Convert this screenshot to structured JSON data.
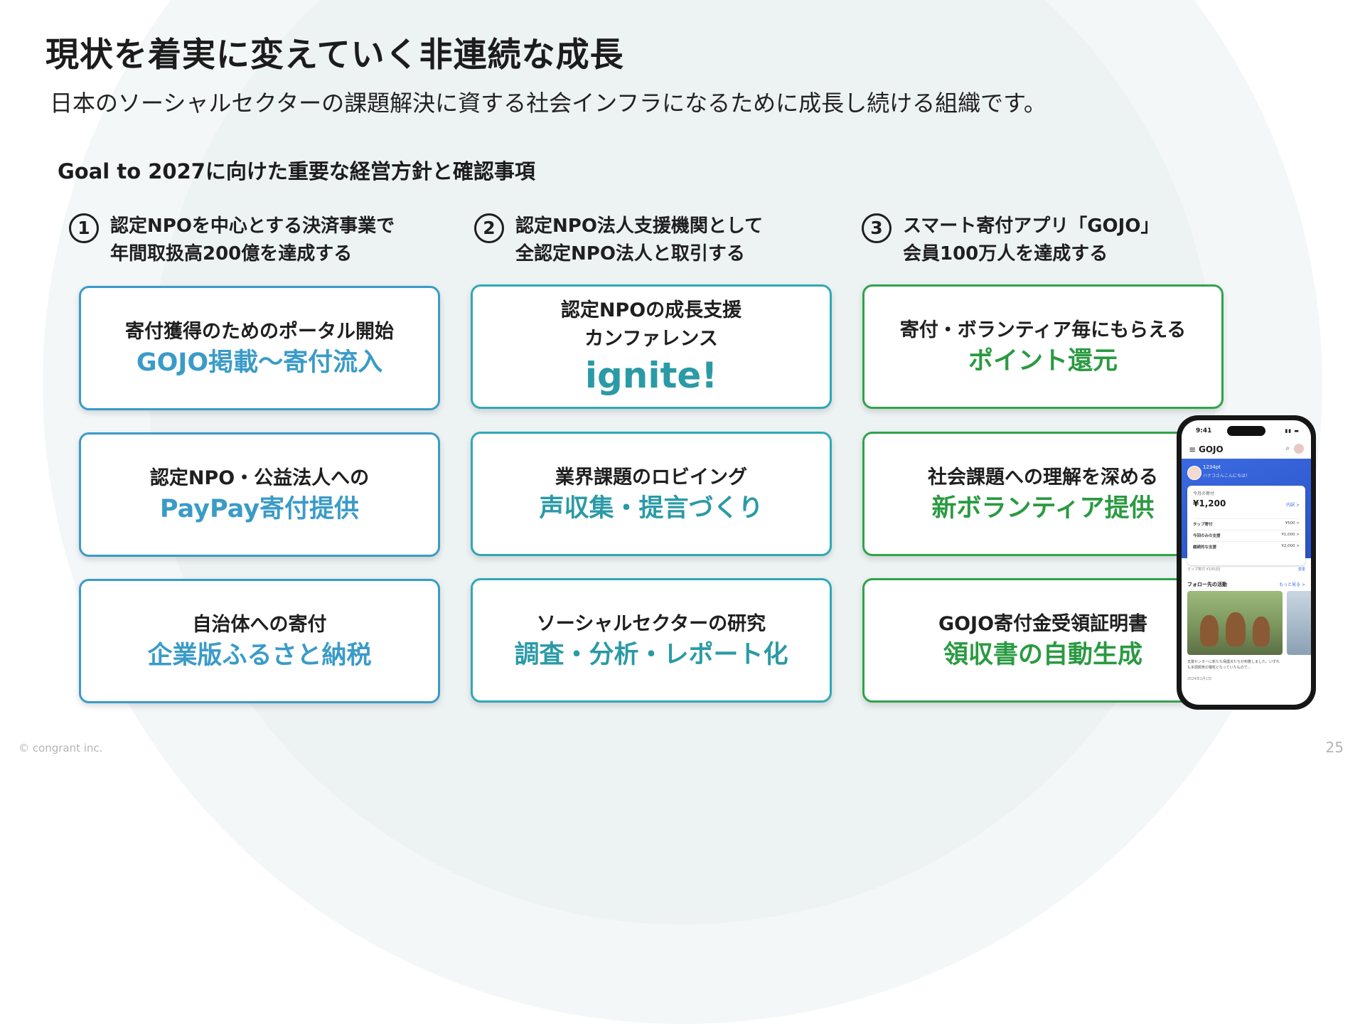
{
  "slide": {
    "title": "現状を着実に変えていく非連続な成長",
    "subtitle": "日本のソーシャルセクターの課題解決に資する社会インフラになるために成長し続ける組織です。",
    "section_heading": "Goal to 2027に向けた重要な経営方針と確認事項",
    "copyright": "© congrant inc.",
    "page_number": "25"
  },
  "goals": [
    {
      "number": "1",
      "line1": "認定NPOを中心とする決済事業で",
      "line2": "年間取扱高200億を達成する"
    },
    {
      "number": "2",
      "line1": "認定NPO法人支援機関として",
      "line2": "全認定NPO法人と取引する"
    },
    {
      "number": "3",
      "line1": "スマート寄付アプリ「GOJO」",
      "line2": "会員100万人を達成する"
    }
  ],
  "cards": [
    [
      {
        "label": "寄付獲得のためのポータル開始",
        "value": "GOJO掲載〜寄付流入"
      },
      {
        "label": "認定NPO・公益法人への",
        "value": "PayPay寄付提供"
      },
      {
        "label": "自治体への寄付",
        "value": "企業版ふるさと納税"
      }
    ],
    [
      {
        "label": "認定NPOの成長支援\nカンファレンス",
        "value": "ignite!"
      },
      {
        "label": "業界課題のロビイング",
        "value": "声収集・提言づくり"
      },
      {
        "label": "ソーシャルセクターの研究",
        "value": "調査・分析・レポート化"
      }
    ],
    [
      {
        "label": "寄付・ボランティア毎にもらえる",
        "value": "ポイント還元"
      },
      {
        "label": "社会課題への理解を深める",
        "value": "新ボランティア提供"
      },
      {
        "label": "GOJO寄付金受領証明書",
        "value": "領収書の自動生成"
      }
    ]
  ],
  "colors": {
    "column1": "#3a9bc8",
    "column2": "#2fa9b5",
    "column3": "#30a34b"
  },
  "phone": {
    "time": "9:41",
    "app_name": "GOJO",
    "icons": [
      "menu-icon",
      "search-icon",
      "avatar"
    ],
    "points": "1234pt",
    "greeting": "ハナコさんこんにちは！",
    "month_label": "今月の寄付",
    "amount": "¥1,200",
    "detail_link": "内訳 >",
    "rows": [
      {
        "label": "タップ寄付",
        "value": "¥500 >"
      },
      {
        "label": "今回のみの支援",
        "value": "¥1,000 >"
      },
      {
        "label": "継続的な支援",
        "value": "¥2,000 >"
      }
    ],
    "tap_note": "タップ寄付 ¥100/回",
    "change_link": "変更",
    "follow_heading": "フォロー先の活動",
    "see_more": "もっと見る >",
    "caption": "支援センターに新たな保護犬たちが到着しました。いずれも多頭飼育の犠牲となっていたもので…",
    "post_date": "2024年1月1日"
  }
}
